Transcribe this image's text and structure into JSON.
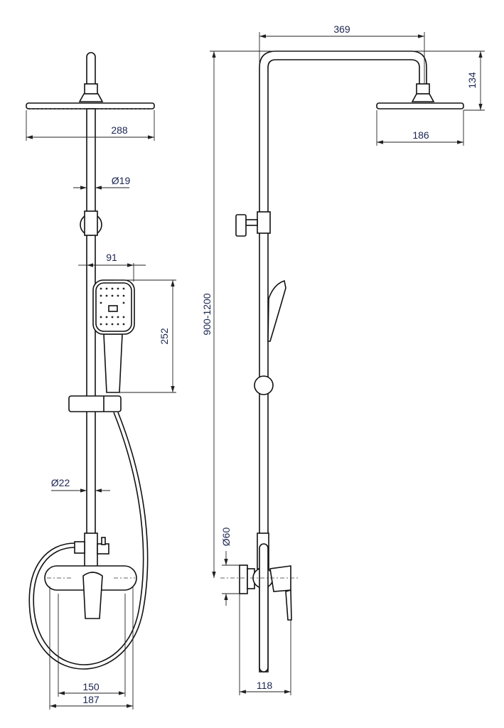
{
  "drawing": {
    "front_view": {
      "dimensions": {
        "rain_shower_width": "288",
        "pipe_diameter_upper": "Ø19",
        "hand_shower_width": "91",
        "hand_shower_length": "252",
        "pipe_diameter_lower": "Ø22",
        "inner_spacing": "150",
        "outer_width": "187"
      }
    },
    "side_view": {
      "dimensions": {
        "arm_projection": "369",
        "head_height": "134",
        "head_diameter": "186",
        "height_range": "900-1200",
        "escutcheon_diameter": "Ø60",
        "mixer_depth": "118"
      }
    },
    "colors": {
      "text": "#1b2550",
      "lines": "#111111"
    }
  }
}
